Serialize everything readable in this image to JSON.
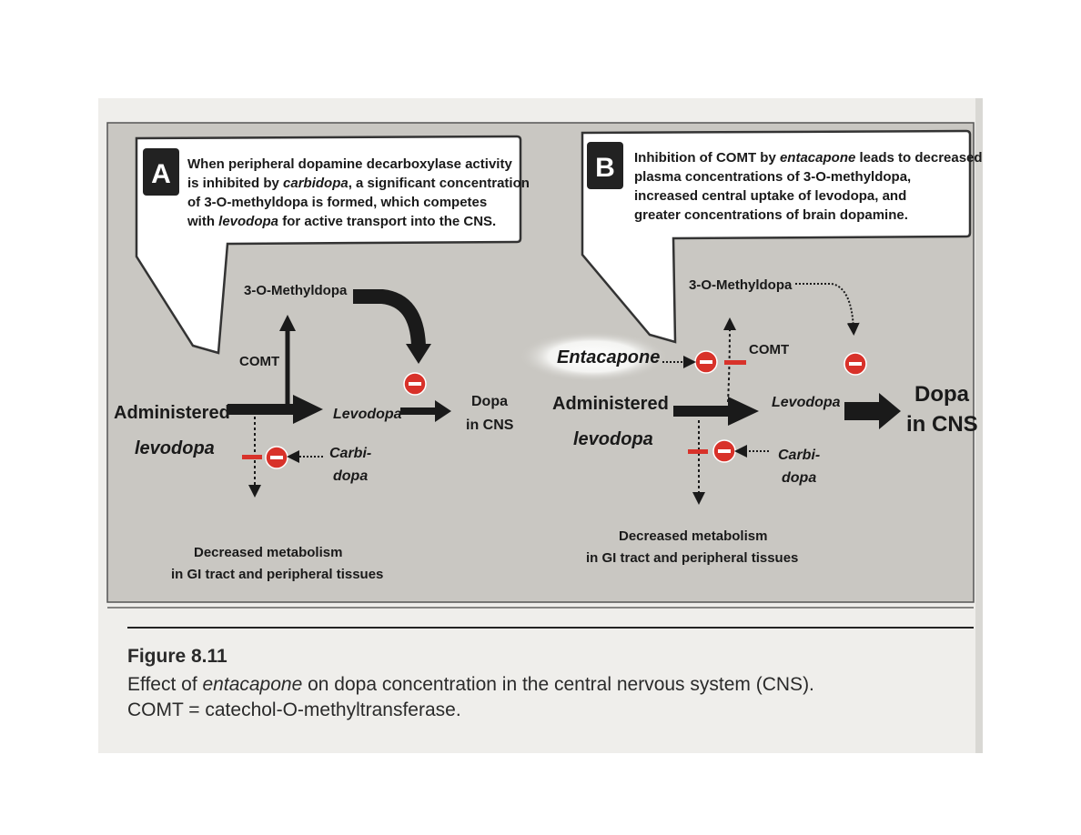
{
  "panel_a": {
    "letter": "A",
    "callout": {
      "l1": "When peripheral dopamine decarboxylase activity",
      "l2a": "is inhibited by ",
      "l2b": "carbidopa",
      "l2c": ", a significant concentration",
      "l3": "of 3-O-methyldopa is formed, which competes",
      "l4a": "with ",
      "l4b": "levodopa",
      "l4c": " for active transport into the CNS."
    },
    "methyldopa": "3-O-Methyldopa",
    "comt": "COMT",
    "administered": "Administered",
    "levodopa_italic": "levodopa",
    "levodopa_mid": "Levodopa",
    "dopa": "Dopa",
    "in_cns": "in CNS",
    "carbi": "Carbi-",
    "dopa2": "dopa",
    "decreased1": "Decreased metabolism",
    "decreased2": "in GI tract and peripheral tissues"
  },
  "panel_b": {
    "letter": "B",
    "callout": {
      "l1a": "Inhibition of COMT by ",
      "l1b": "entacapone",
      "l1c": " leads to decreased",
      "l2": "plasma concentrations of 3-O-methyldopa,",
      "l3": "increased central uptake of levodopa, and",
      "l4": "greater concentrations of brain dopamine."
    },
    "methyldopa": "3-O-Methyldopa",
    "entacapone": "Entacapone",
    "comt": "COMT",
    "administered": "Administered",
    "levodopa_italic": "levodopa",
    "levodopa_mid": "Levodopa",
    "dopa": "Dopa",
    "in_cns": "in CNS",
    "carbi": "Carbi-",
    "dopa2": "dopa",
    "decreased1": "Decreased metabolism",
    "decreased2": "in GI tract and peripheral tissues"
  },
  "caption": {
    "title": "Figure 8.11",
    "line1a": "Effect of ",
    "line1b": "entacapone",
    "line1c": " on dopa concentration in the central nervous system (CNS).",
    "line2": "COMT = catechol-O-methyltransferase."
  },
  "colors": {
    "panel_bg": "#c9c7c2",
    "inhibitor_red": "#d8322a",
    "bar_red": "#d8322a",
    "badge": "#222222"
  }
}
